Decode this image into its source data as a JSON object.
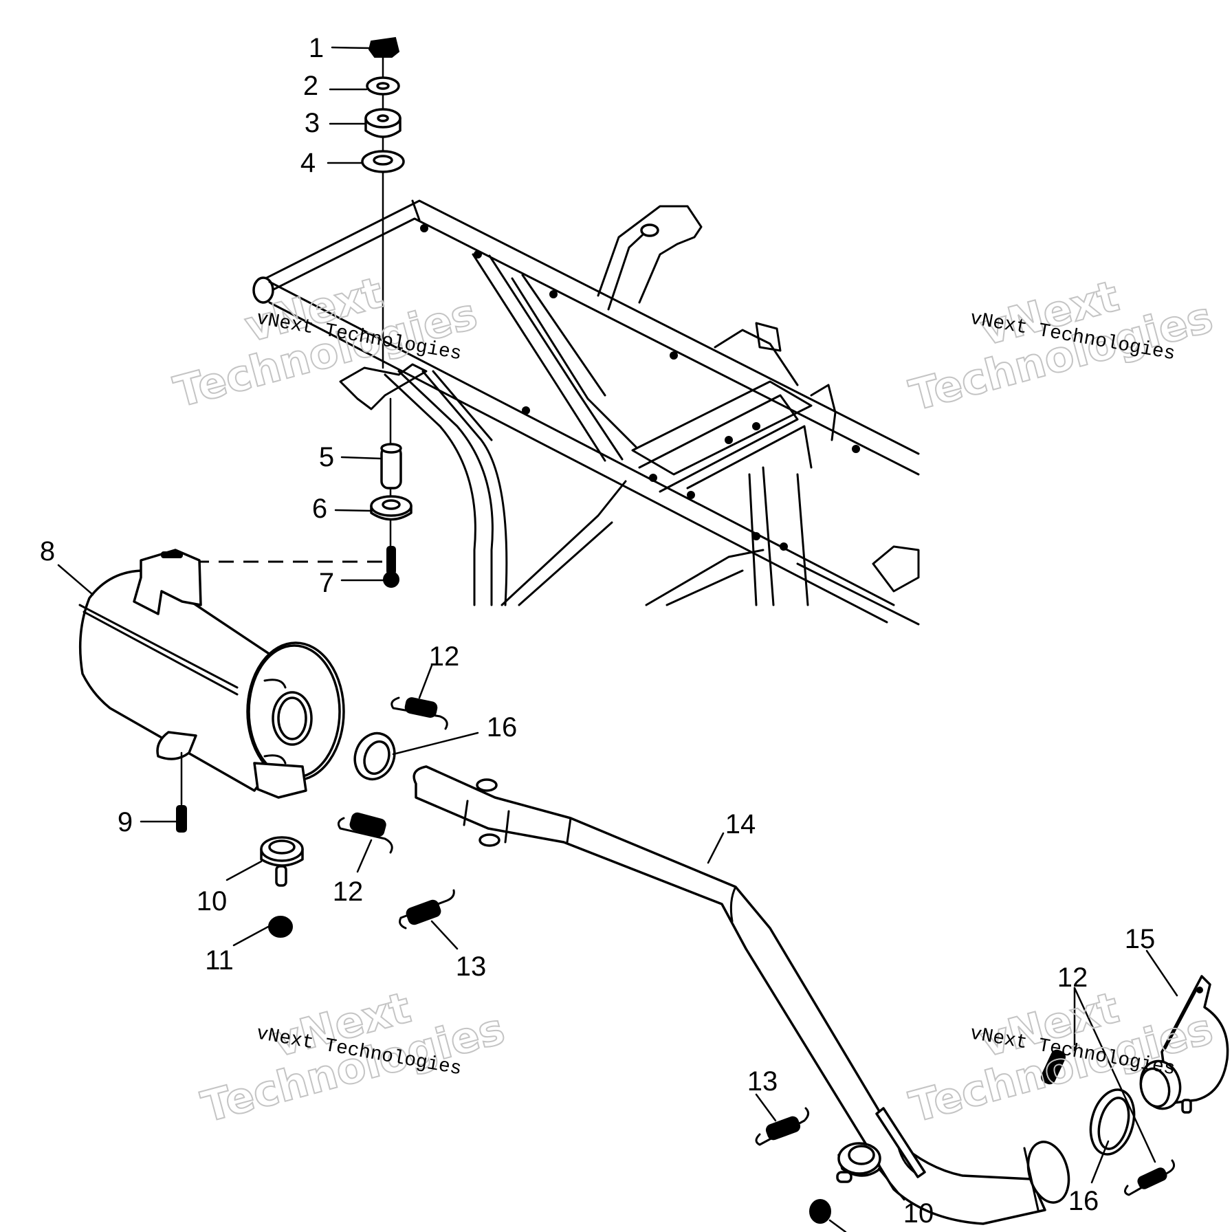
{
  "diagram": {
    "title": "Exhaust system exploded view",
    "callouts": [
      {
        "id": "c1",
        "number": "1",
        "part": "Nut"
      },
      {
        "id": "c2",
        "number": "2",
        "part": "Washer"
      },
      {
        "id": "c3",
        "number": "3",
        "part": "Grommet"
      },
      {
        "id": "c4",
        "number": "4",
        "part": "Washer"
      },
      {
        "id": "c5",
        "number": "5",
        "part": "Spacer"
      },
      {
        "id": "c6",
        "number": "6",
        "part": "Grommet"
      },
      {
        "id": "c7",
        "number": "7",
        "part": "Bolt"
      },
      {
        "id": "c8",
        "number": "8",
        "part": "Muffler"
      },
      {
        "id": "c9",
        "number": "9",
        "part": "Screw"
      },
      {
        "id": "c10a",
        "number": "10",
        "part": "Grommet"
      },
      {
        "id": "c11",
        "number": "11",
        "part": "Nut"
      },
      {
        "id": "c12a",
        "number": "12",
        "part": "Spring"
      },
      {
        "id": "c12b",
        "number": "12",
        "part": "Spring"
      },
      {
        "id": "c13a",
        "number": "13",
        "part": "Spring"
      },
      {
        "id": "c14",
        "number": "14",
        "part": "Exhaust pipe"
      },
      {
        "id": "c16a",
        "number": "16",
        "part": "Seal"
      },
      {
        "id": "c13b",
        "number": "13",
        "part": "Spring"
      },
      {
        "id": "c10b",
        "number": "10",
        "part": "Grommet"
      },
      {
        "id": "c12c",
        "number": "12",
        "part": "Spring"
      },
      {
        "id": "c15",
        "number": "15",
        "part": "Exhaust manifold"
      },
      {
        "id": "c16b",
        "number": "16",
        "part": "Seal"
      }
    ]
  },
  "watermarks": [
    {
      "outline_line1": "vNext",
      "outline_line2": "Technologies",
      "text": "vNext Technologies"
    },
    {
      "outline_line1": "vNext",
      "outline_line2": "Technologies",
      "text": "vNext Technologies"
    },
    {
      "outline_line1": "vNext",
      "outline_line2": "Technologies",
      "text": "vNext Technologies"
    },
    {
      "outline_line1": "vNext",
      "outline_line2": "Technologies",
      "text": "vNext Technologies"
    }
  ],
  "colors": {
    "line": "#000000",
    "background": "#ffffff",
    "watermark_outline": "#c4c4c4"
  }
}
